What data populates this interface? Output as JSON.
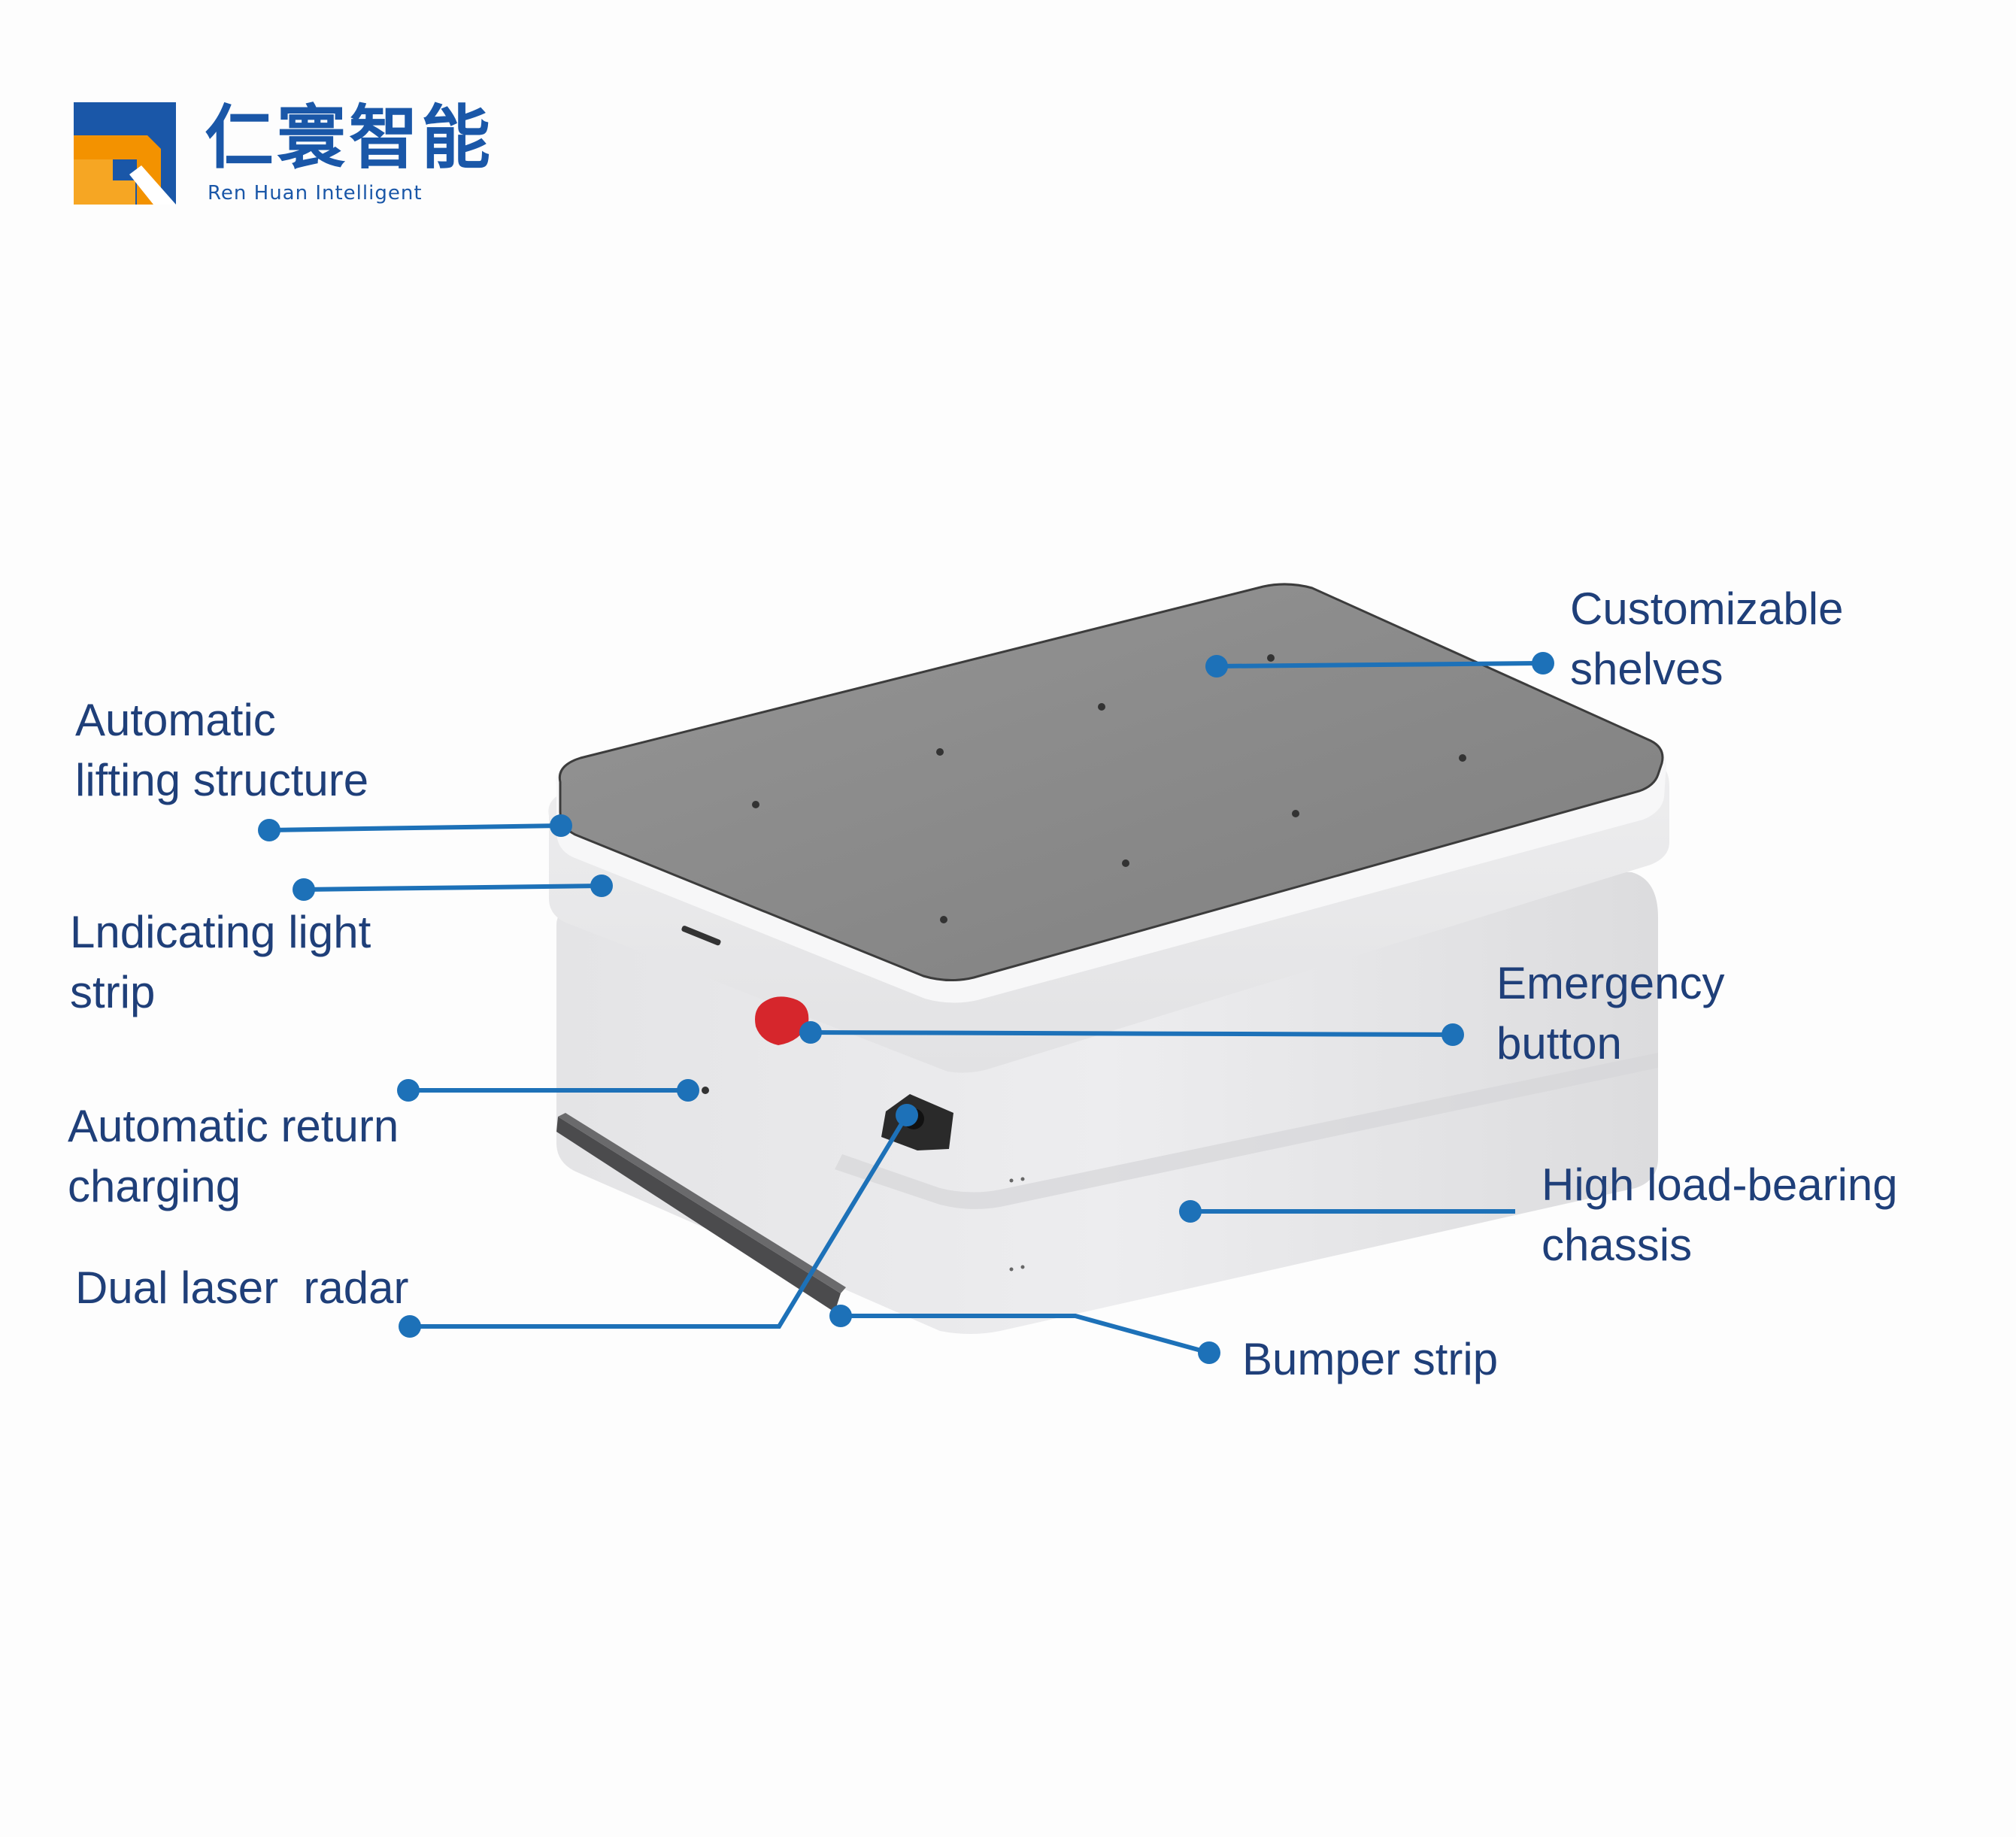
{
  "logo": {
    "chinese": "仁寰智能",
    "english": "Ren Huan Intelligent",
    "colors": {
      "blue": "#1a57a8",
      "orange": "#f39200"
    }
  },
  "callout_color": "#1d71b8",
  "labels": {
    "automatic_lifting": [
      "Automatic",
      "lifting structure"
    ],
    "indicating_light": [
      "Lndicating light",
      "strip"
    ],
    "auto_return": [
      "Automatic return",
      "charging"
    ],
    "dual_laser": [
      "Dual laser  radar"
    ],
    "customizable_shelves": [
      "Customizable",
      "shelves"
    ],
    "emergency_button": [
      "Emergency",
      "button"
    ],
    "high_load": [
      "High load-bearing",
      "chassis"
    ],
    "bumper_strip": [
      "Bumper strip"
    ]
  }
}
